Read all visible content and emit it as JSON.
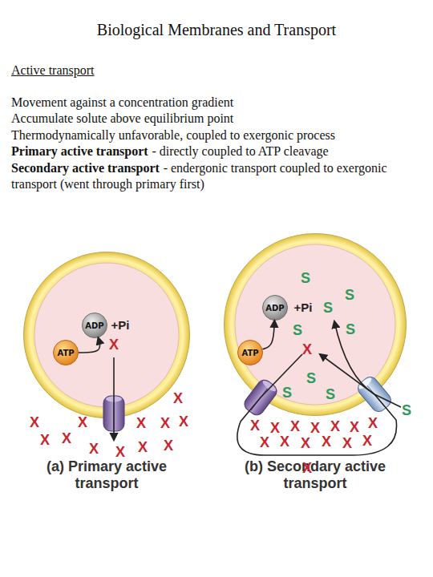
{
  "diagram": {
    "title": "Biological Membranes and Transport",
    "nodes": [
      {
        "text": [
          "(a) Primary active transport"
        ]
      },
      {
        "text": [
          "ADP"
        ],
        "in": 0
      },
      {
        "text": [
          "ATP"
        ],
        "in": 0
      },
      {
        "text": [
          "(b) Secondary active transport"
        ]
      },
      {
        "text": [
          "ADP"
        ],
        "in": 3
      },
      {
        "text": [
          "ATP"
        ],
        "in": 3
      }
    ],
    "edges": [
      {
        "from": 2,
        "to": 1,
        "arrow": "to"
      },
      {
        "from": 5,
        "to": 4,
        "arrow": "to"
      }
    ],
    "labels": [
      "Active transport",
      "Movement against a concentration gradient",
      "Accumulate solute above equilibrium point",
      "Thermodynamically unfavorable, coupled to exergonic process",
      "Primary active transport",
      "- directly coupled to ATP cleavage",
      "Secondary active transport",
      "- endergonic transport coupled to exergonic transport (went through primary first)",
      "+Pi",
      "X",
      "X",
      "X",
      "X",
      "X",
      "X",
      "X",
      "X",
      "X",
      "X",
      "X",
      "X",
      "X",
      "+Pi",
      "X",
      "S",
      "S",
      "S",
      "S",
      "S",
      "S",
      "S",
      "S",
      "X",
      "X",
      "X",
      "X",
      "X",
      "X",
      "X",
      "X",
      "X",
      "X",
      "X",
      "X",
      "X",
      "X",
      "S"
    ]
  }
}
